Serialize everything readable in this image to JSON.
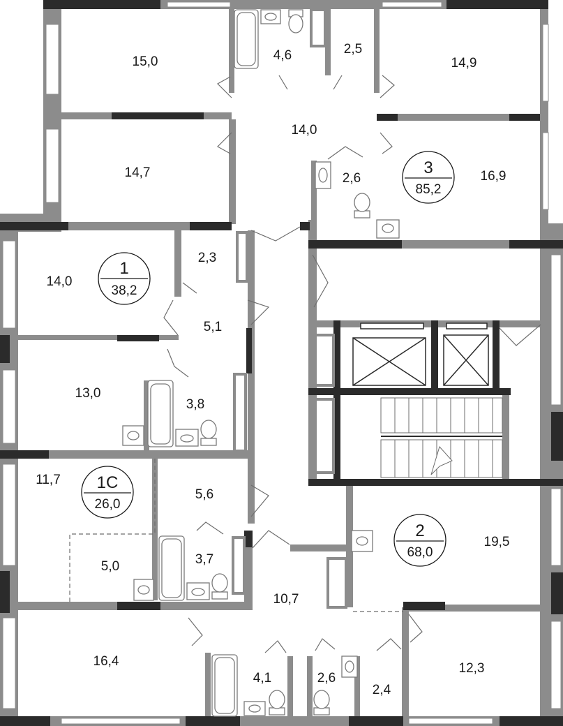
{
  "apartments": [
    {
      "key": "apt-1",
      "number": "1",
      "total": "38,2"
    },
    {
      "key": "apt-1c",
      "number": "1С",
      "total": "26,0"
    },
    {
      "key": "apt-2",
      "number": "2",
      "total": "68,0"
    },
    {
      "key": "apt-3",
      "number": "3",
      "total": "85,2"
    }
  ],
  "rooms": [
    {
      "key": "room-15-0",
      "area": "15,0"
    },
    {
      "key": "room-4-6",
      "area": "4,6"
    },
    {
      "key": "room-2-5",
      "area": "2,5"
    },
    {
      "key": "room-14-9",
      "area": "14,9"
    },
    {
      "key": "room-14-0-hall",
      "area": "14,0"
    },
    {
      "key": "room-14-7",
      "area": "14,7"
    },
    {
      "key": "room-2-6-top",
      "area": "2,6"
    },
    {
      "key": "room-16-9",
      "area": "16,9"
    },
    {
      "key": "room-14-0-left",
      "area": "14,0"
    },
    {
      "key": "room-2-3",
      "area": "2,3"
    },
    {
      "key": "room-5-1",
      "area": "5,1"
    },
    {
      "key": "room-13-0",
      "area": "13,0"
    },
    {
      "key": "room-3-8",
      "area": "3,8"
    },
    {
      "key": "room-11-7",
      "area": "11,7"
    },
    {
      "key": "room-5-6",
      "area": "5,6"
    },
    {
      "key": "room-5-0",
      "area": "5,0"
    },
    {
      "key": "room-3-7",
      "area": "3,7"
    },
    {
      "key": "room-19-5",
      "area": "19,5"
    },
    {
      "key": "room-10-7",
      "area": "10,7"
    },
    {
      "key": "room-16-4",
      "area": "16,4"
    },
    {
      "key": "room-4-1",
      "area": "4,1"
    },
    {
      "key": "room-2-6-bottom",
      "area": "2,6"
    },
    {
      "key": "room-2-4",
      "area": "2,4"
    },
    {
      "key": "room-12-3",
      "area": "12,3"
    }
  ],
  "colors": {
    "wall": "#8c8c8c",
    "wall_dark": "#2b2b2b",
    "window": "#c9c9c9",
    "line": "#6e6e6e",
    "fixture": "#7a7a7a"
  }
}
